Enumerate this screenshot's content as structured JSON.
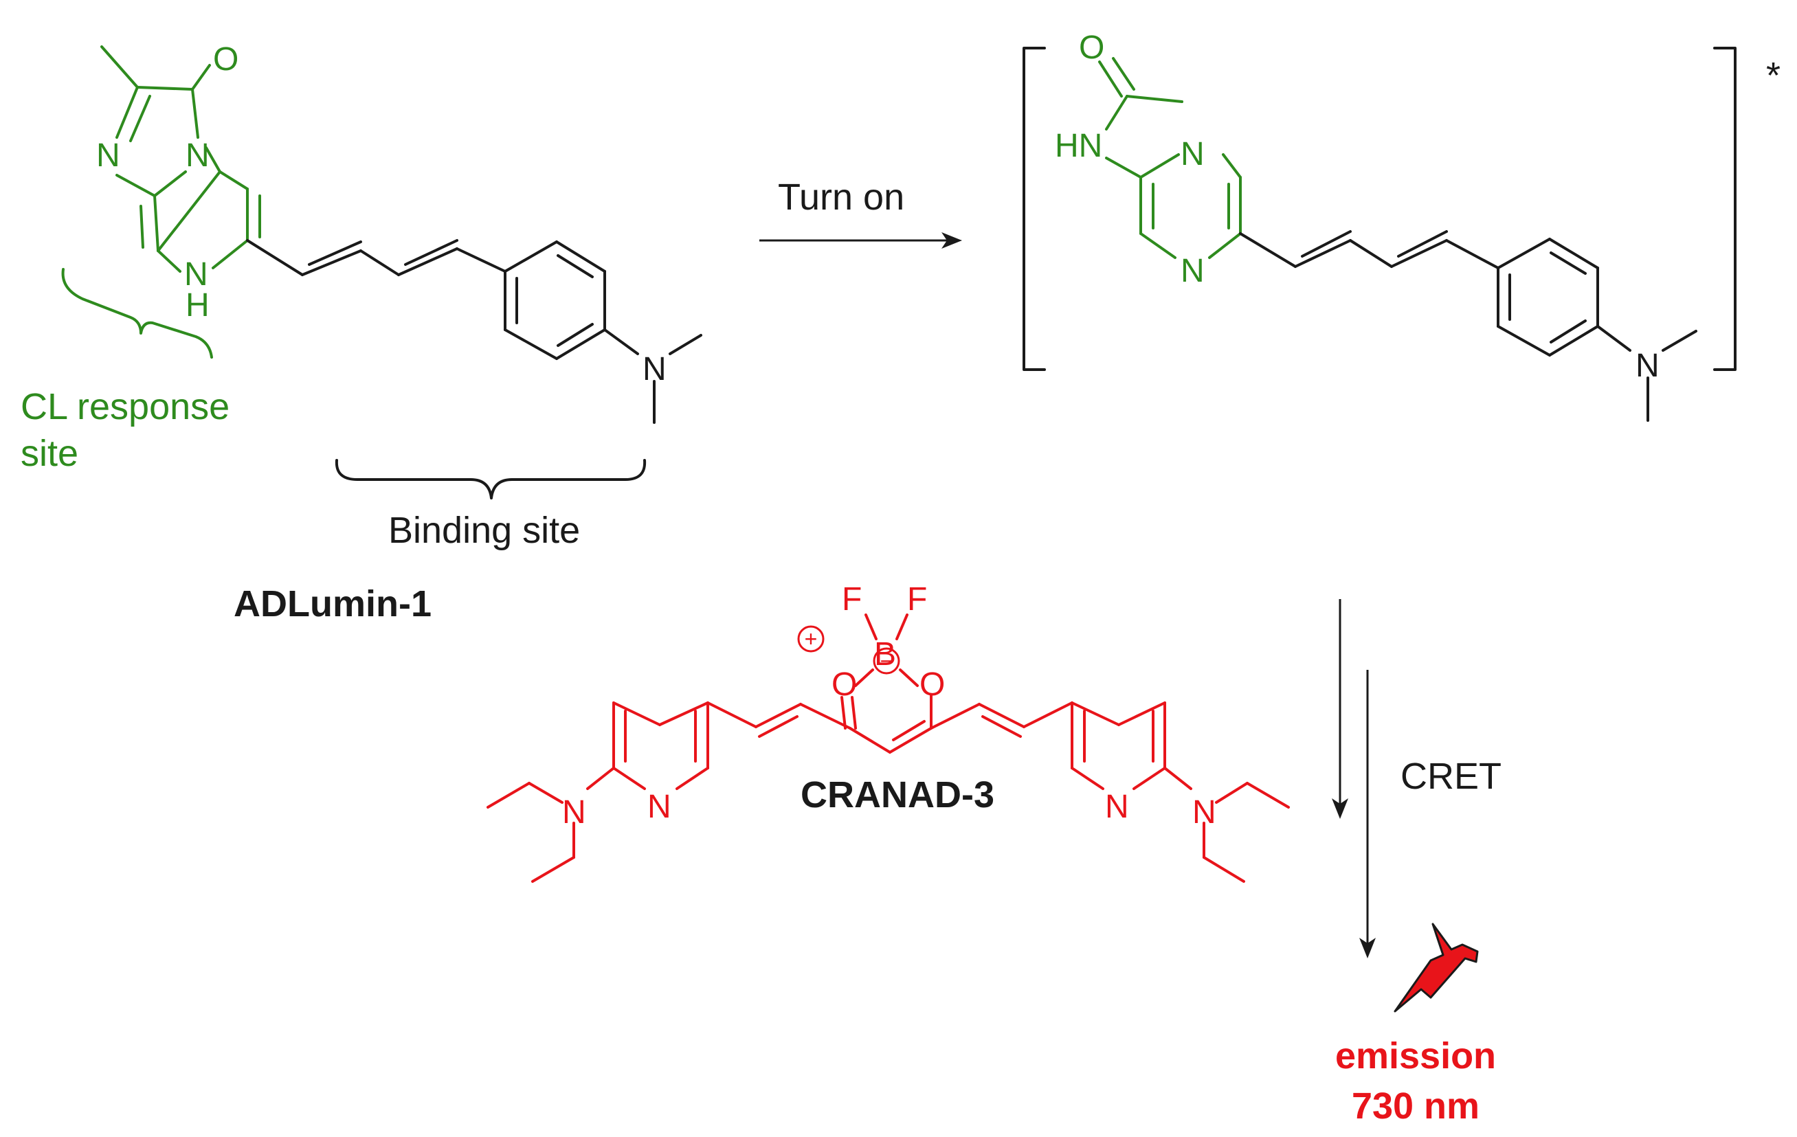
{
  "colors": {
    "green": "#2e8b1e",
    "red": "#e8141a",
    "black": "#1a1a1a"
  },
  "labels": {
    "cl_response_line1": "CL response",
    "cl_response_line2": "site",
    "binding_site": "Binding site",
    "adlumin": "ADLumin-1",
    "turn_on": "Turn on",
    "excited_star": "*",
    "cranad": "CRANAD-3",
    "cret": "CRET",
    "emission_line1": "emission",
    "emission_line2": "730 nm"
  },
  "atoms": {
    "O": "O",
    "N": "N",
    "NH": "N",
    "H": "H",
    "HN": "HN",
    "F": "F",
    "B": "B",
    "plus": "+",
    "minus": "−"
  },
  "icons": {
    "emission": "lightning-bolt-icon",
    "reaction_arrow": "arrow-right-icon",
    "cret_arrows": "arrow-down-icon",
    "binding_brace": "curly-brace-icon"
  }
}
